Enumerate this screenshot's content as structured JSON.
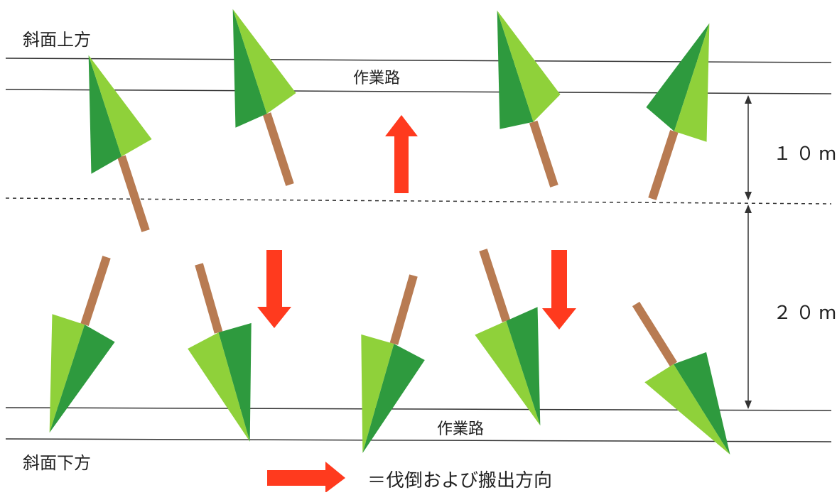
{
  "labels": {
    "upslope": "斜面上方",
    "downslope": "斜面下方",
    "road_top": "作業路",
    "road_bottom": "作業路",
    "dist_upper": "１０m",
    "dist_lower": "２０m",
    "legend": "＝伐倒および搬出方向"
  },
  "colors": {
    "dark_green": "#2e9a3e",
    "light_green": "#8fd13a",
    "trunk": "#b87b52",
    "arrow": "#ff3a1e",
    "line": "#333333"
  },
  "trees": [
    {
      "pointing": "up"
    },
    {
      "pointing": "up"
    },
    {
      "pointing": "up"
    },
    {
      "pointing": "up"
    },
    {
      "pointing": "down"
    },
    {
      "pointing": "down"
    },
    {
      "pointing": "down"
    },
    {
      "pointing": "down"
    },
    {
      "pointing": "down"
    }
  ],
  "arrows": [
    {
      "direction": "up"
    },
    {
      "direction": "down"
    },
    {
      "direction": "down"
    },
    {
      "direction": "right"
    }
  ]
}
